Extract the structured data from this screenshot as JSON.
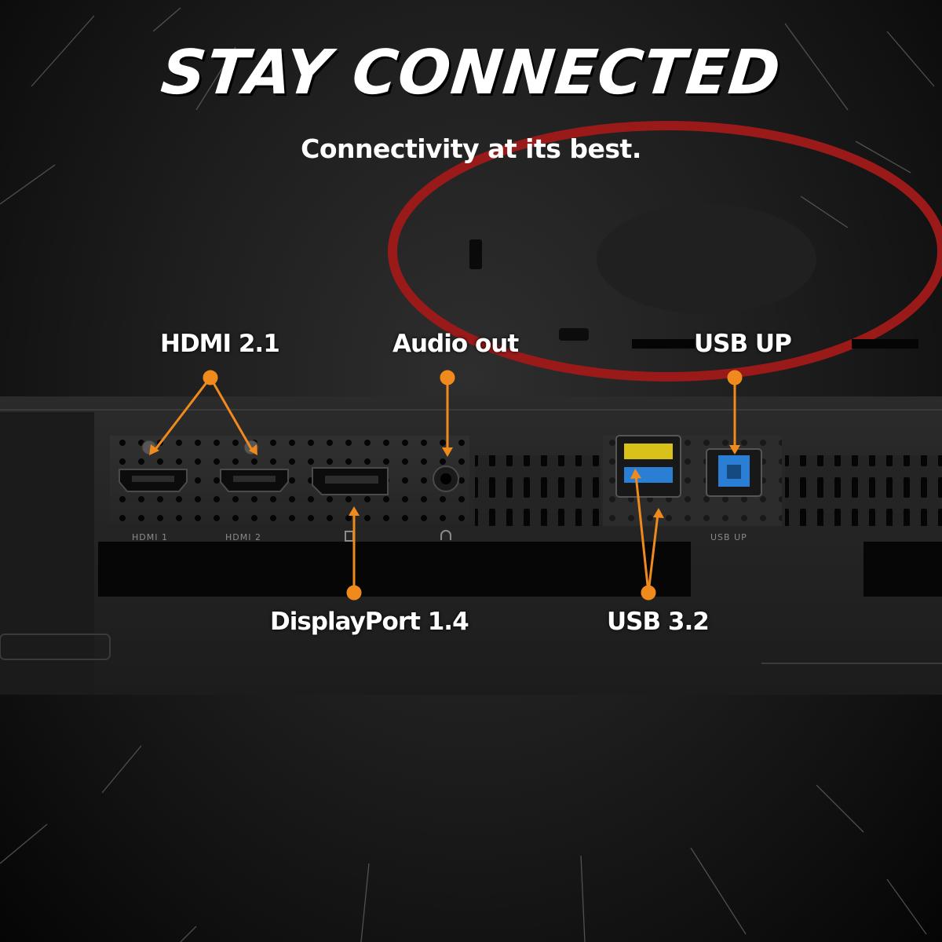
{
  "header": {
    "title": "STAY CONNECTED",
    "subtitle": "Connectivity at its best."
  },
  "callouts": {
    "hdmi": "HDMI 2.1",
    "audio": "Audio out",
    "usb_up": "USB UP",
    "displayport": "DisplayPort 1.4",
    "usb32": "USB 3.2"
  },
  "port_markings": {
    "hdmi1": "HDMI 1",
    "hdmi2": "HDMI 2",
    "usb_up": "USB UP"
  },
  "colors": {
    "accent": "#f08a1c",
    "red_ring": "#9a1a1a",
    "usb_yellow": "#d8c21a",
    "usb_blue": "#2a7fd4"
  }
}
